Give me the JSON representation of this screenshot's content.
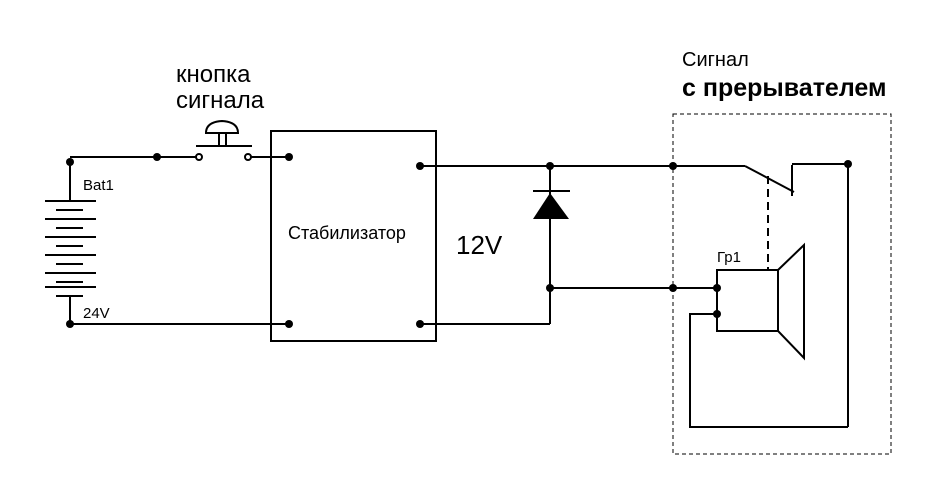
{
  "diagram": {
    "type": "electrical-schematic",
    "labels": {
      "button_line1": "кнопка",
      "button_line2": "сигнала",
      "battery_name": "Bat1",
      "battery_voltage": "24V",
      "stabilizer": "Стабилизатор",
      "output_voltage": "12V",
      "horn_line1": "Сигнал",
      "horn_line2": "с прерывателем",
      "horn_component": "Гр1"
    },
    "components": [
      {
        "id": "battery",
        "name": "Bat1",
        "value": "24V"
      },
      {
        "id": "push-button",
        "name": "кнопка сигнала"
      },
      {
        "id": "stabilizer",
        "name": "Стабилизатор",
        "output": "12V"
      },
      {
        "id": "diode"
      },
      {
        "id": "interrupter-switch"
      },
      {
        "id": "horn-speaker",
        "name": "Гр1"
      }
    ]
  }
}
